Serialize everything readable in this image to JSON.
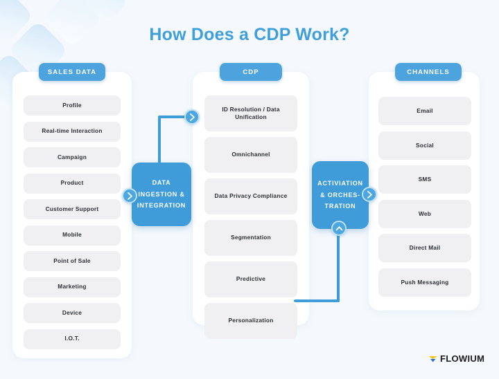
{
  "page": {
    "title": "How Does a CDP Work?",
    "background_color": "#f5f9fd",
    "accent_color": "#3f9cd9",
    "header_pill_color": "#4da3dd",
    "chip_color": "#f0f0f2"
  },
  "columns": {
    "sales": {
      "header": "SALES DATA",
      "items": [
        "Profile",
        "Real-time Interaction",
        "Campaign",
        "Product",
        "Customer Support",
        "Mobile",
        "Point of Sale",
        "Marketing",
        "Device",
        "I.O.T."
      ]
    },
    "cdp": {
      "header": "CDP",
      "items": [
        "ID Resolution / Data Unification",
        "Omnichannel",
        "Data Privacy Compliance",
        "Segmentation",
        "Predictive",
        "Personalization"
      ]
    },
    "channels": {
      "header": "CHANNELS",
      "items": [
        "Email",
        "Social",
        "SMS",
        "Web",
        "Direct Mail",
        "Push Messaging"
      ]
    }
  },
  "process_boxes": {
    "ingestion": "DATA INGESTION & INTEGRATION",
    "activation": "ACTIVIATION & ORCHES- TRATION"
  },
  "badges": {
    "cdp_input": "chevron-right-icon",
    "sales_output": "chevron-right-icon",
    "channels_output": "chevron-right-icon",
    "activation_input": "chevron-up-icon"
  },
  "logo": {
    "text": "FLOWIUM",
    "mark_top_color": "#f5c518",
    "mark_bottom_color": "#2f6fd0"
  }
}
